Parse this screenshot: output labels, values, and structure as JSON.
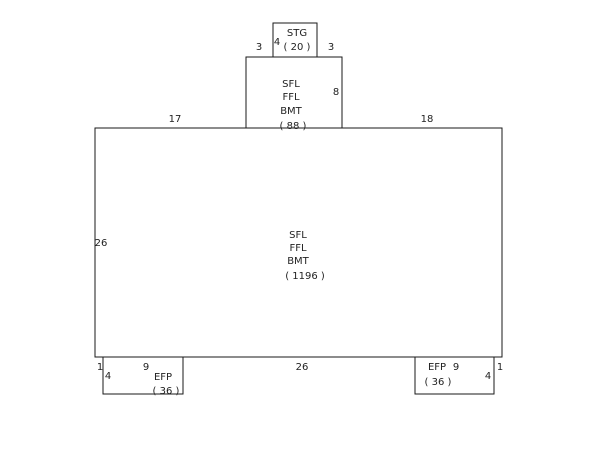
{
  "colors": {
    "line": "#1a1a1a",
    "text": "#222222",
    "background": "#ffffff"
  },
  "areas": {
    "main": {
      "lines": [
        "SFL",
        "FFL",
        "BMT"
      ],
      "area": "( 1196 )"
    },
    "upper": {
      "lines": [
        "SFL",
        "FFL",
        "BMT"
      ],
      "area": "( 88 )"
    },
    "stg": {
      "lines": [
        "STG"
      ],
      "area": "( 20 )"
    },
    "efp_left": {
      "lines": [
        "EFP"
      ],
      "area": "( 36 )"
    },
    "efp_right": {
      "lines": [
        "EFP"
      ],
      "area": "( 36 )"
    }
  },
  "dimensions": {
    "main_top_left": "17",
    "main_top_right": "18",
    "main_left": "26",
    "main_bottom": "26",
    "upper_right": "8",
    "stg_left": "4",
    "stg_side_left": "3",
    "stg_side_right": "3",
    "efp_left_width": "9",
    "efp_left_depth": "4",
    "efp_left_edge": "1",
    "efp_right_width": "9",
    "efp_right_depth": "4",
    "efp_right_edge": "1"
  }
}
